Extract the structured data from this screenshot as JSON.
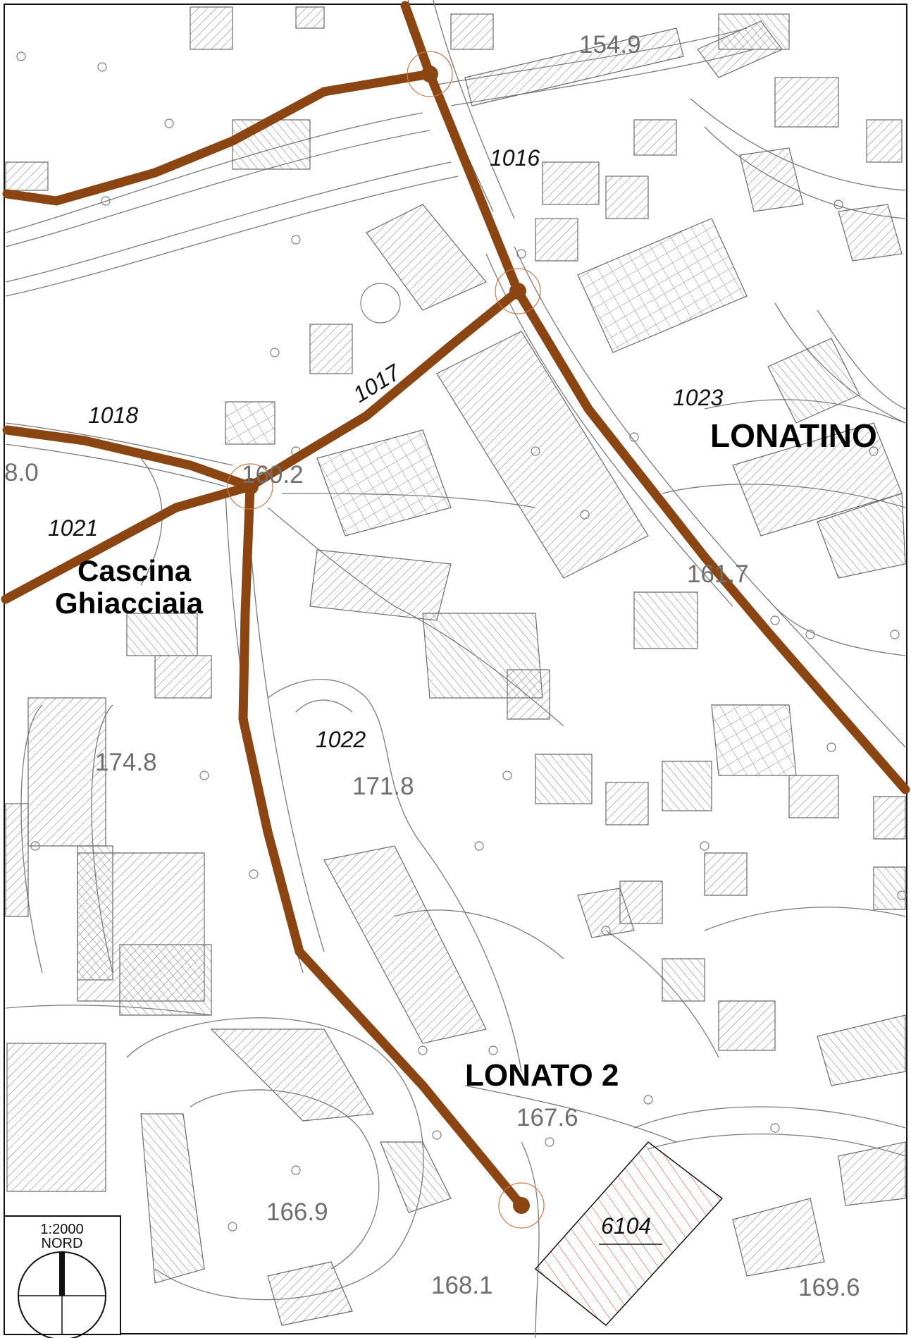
{
  "colors": {
    "route": "#8B4513",
    "linework": "#7a7a7a",
    "hatch": "#8a8a8a",
    "parcel": "#e23b2e",
    "place_text": "#000000",
    "elevation_text": "#6e6e6e"
  },
  "places": {
    "lonatino": "LONATINO",
    "cascina_line1": "Cascina",
    "cascina_line2": "Ghiacciaia",
    "lonato2": "LONATO 2"
  },
  "segment_codes": {
    "c1016": "1016",
    "c1017": "1017",
    "c1018": "1018",
    "c1021": "1021",
    "c1022": "1022",
    "c1023": "1023"
  },
  "parcel_code": "6104",
  "elevations": {
    "e154_9": "154.9",
    "e8_0": "8.0",
    "e160_2": "160.2",
    "e161_7": "161.7",
    "e174_8": "174.8",
    "e171_8": "171.8",
    "e167_6": "167.6",
    "e166_9": "166.9",
    "e168_1": "168.1",
    "e169_6": "169.6"
  },
  "scale_box": {
    "scale": "1:2000",
    "north": "NORD"
  },
  "icons": {
    "north_arrow": "north-arrow-icon",
    "node": "route-node-icon"
  }
}
